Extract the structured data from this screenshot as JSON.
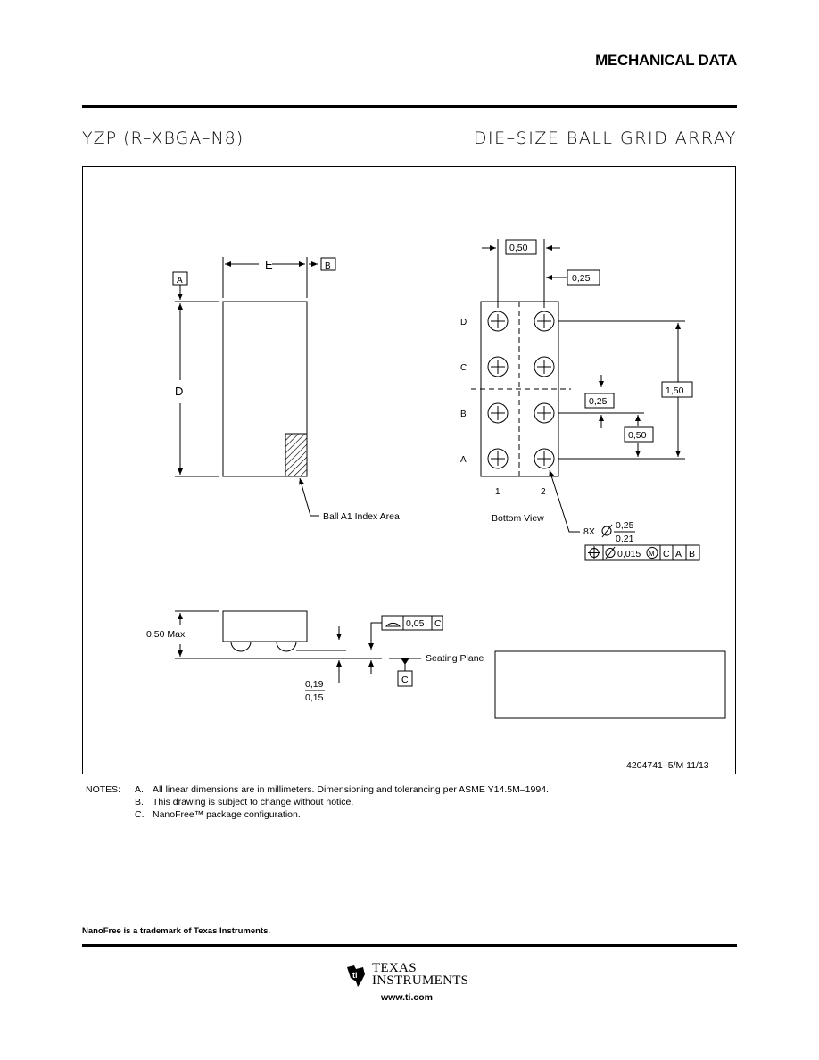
{
  "header": {
    "section_title": "MECHANICAL DATA"
  },
  "package": {
    "code": "YZP (R–XBGA–N8)",
    "type": "DIE–SIZE BALL GRID ARRAY"
  },
  "drawing": {
    "top_view": {
      "datum_a": "A",
      "datum_b": "B",
      "dim_e": "E",
      "dim_d": "D",
      "index_area": "Ball A1 Index Area"
    },
    "bottom_view": {
      "pitch_x": "0,50",
      "offset_x": "0,25",
      "span_y": "1,50",
      "offset_y": "0,25",
      "pitch_y": "0,50",
      "rows": [
        "D",
        "C",
        "B",
        "A"
      ],
      "cols": [
        "1",
        "2"
      ],
      "caption": "Bottom View",
      "ball_qty": "8X",
      "ball_dia_max": "0,25",
      "ball_dia_min": "0,21",
      "tolerance": "0,015",
      "tol_modifier": "M",
      "tol_datums": [
        "C",
        "A",
        "B"
      ]
    },
    "side_view": {
      "height": "0,50 Max",
      "flatness": "0,05",
      "flatness_datum": "C",
      "standoff_max": "0,19",
      "standoff_min": "0,15",
      "seating_plane": "Seating Plane",
      "datum_c": "C"
    },
    "drawing_number": "4204741–5/M   11/13"
  },
  "notes": {
    "label": "NOTES:",
    "items": [
      {
        "letter": "A.",
        "text": "All linear dimensions are in millimeters.  Dimensioning and tolerancing per ASME Y14.5M–1994."
      },
      {
        "letter": "B.",
        "text": "This drawing is subject to change without notice."
      },
      {
        "letter": "C.",
        "text": "NanoFree™ package configuration."
      }
    ]
  },
  "footer": {
    "trademark": "NanoFree is a trademark of Texas Instruments.",
    "brand_line1": "TEXAS",
    "brand_line2": "INSTRUMENTS",
    "url": "www.ti.com"
  }
}
